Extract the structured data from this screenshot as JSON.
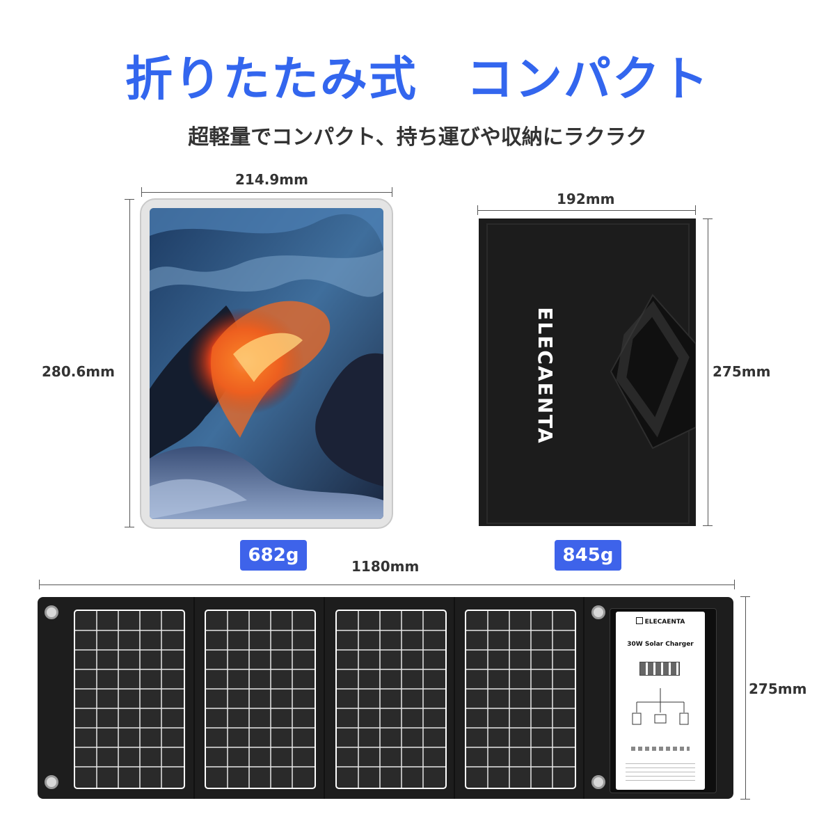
{
  "title": "折りたたみ式　コンパクト",
  "subtitle": "超軽量でコンパクト、持ち運びや収納にラクラク",
  "colors": {
    "accent": "#3366ee",
    "badge": "#3e63ea",
    "text": "#333333",
    "panel": "#1d1d1d"
  },
  "tablet": {
    "width_label": "214.9mm",
    "height_label": "280.6mm",
    "weight_label": "682g"
  },
  "folded": {
    "brand": "ELECAENTA",
    "width_label": "192mm",
    "height_label": "275mm",
    "weight_label": "845g"
  },
  "unfolded": {
    "width_label": "1180mm",
    "height_label": "275mm",
    "panel_count": 4,
    "label_brand": "ELECAENTA",
    "label_title": "30W Solar Charger"
  }
}
